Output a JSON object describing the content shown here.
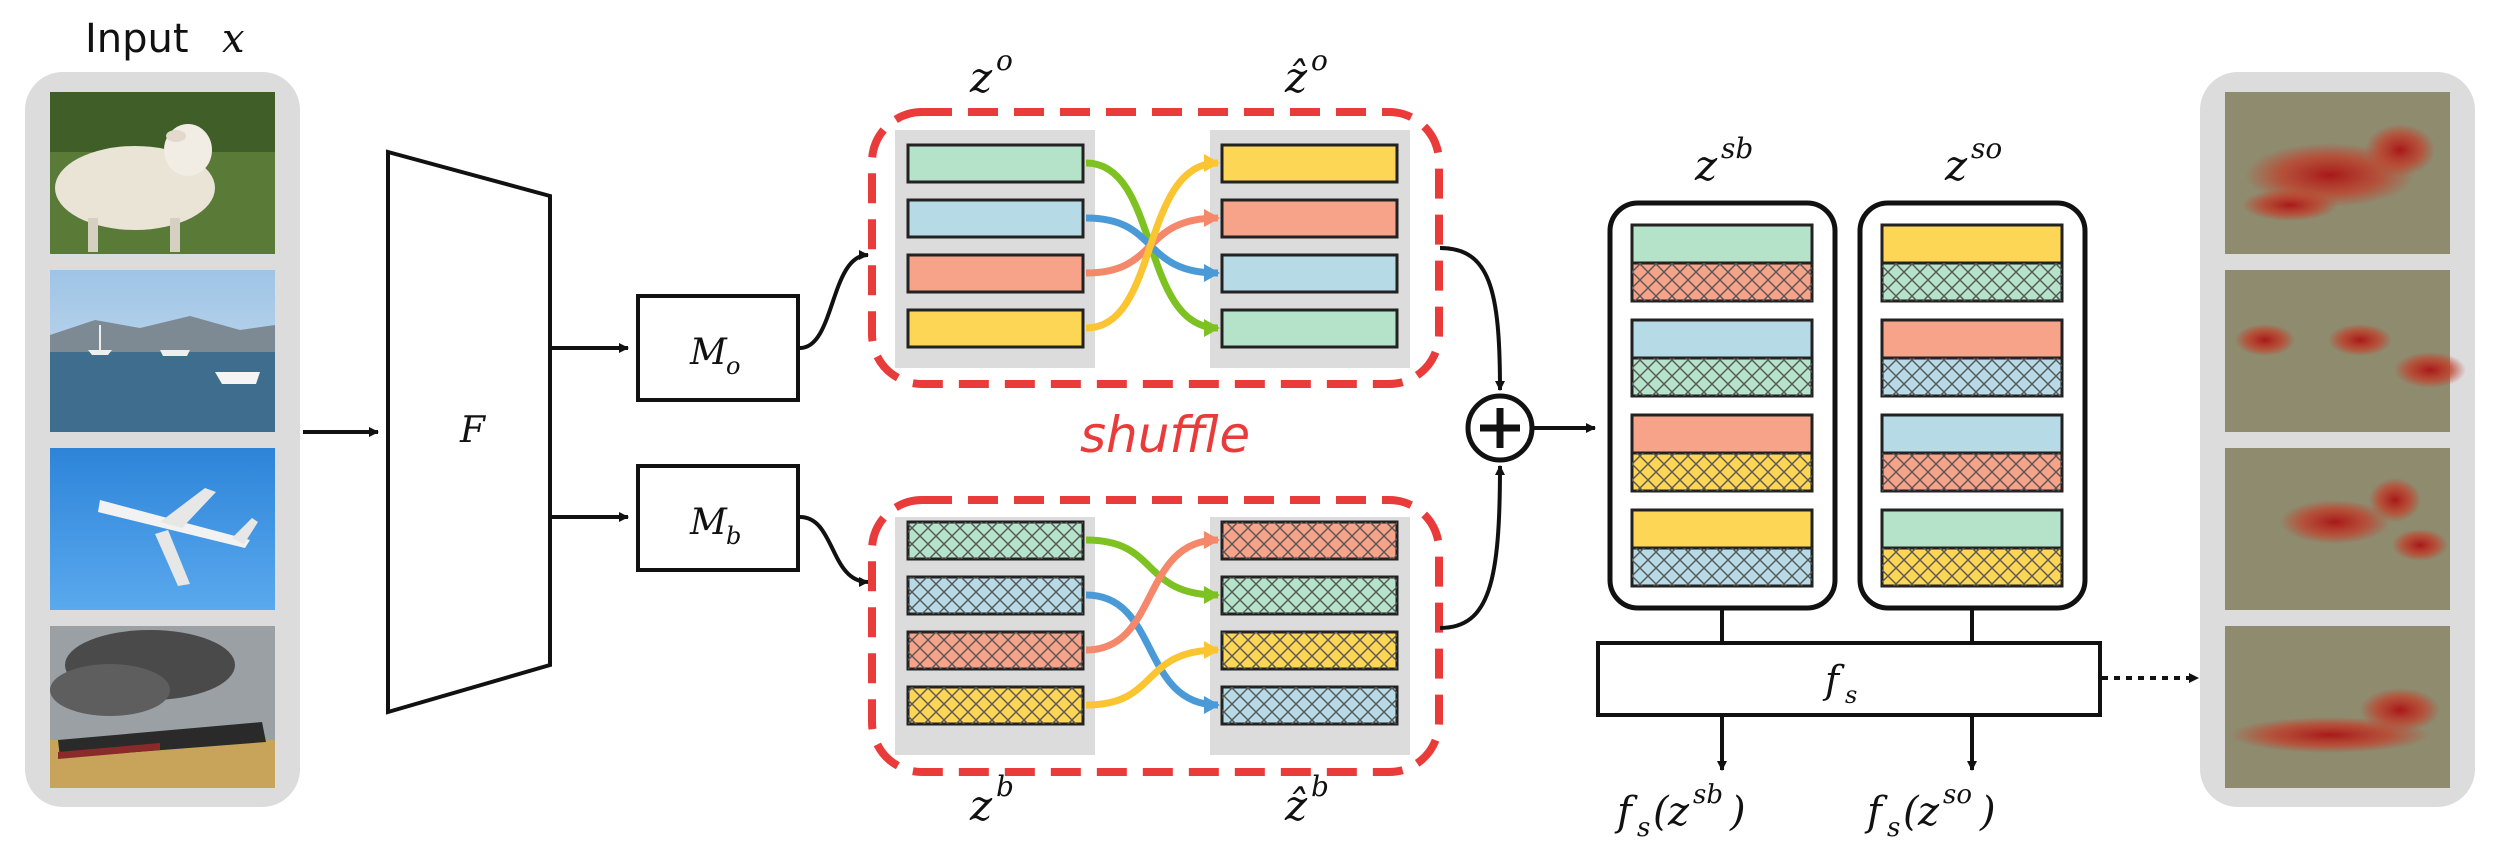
{
  "input": {
    "label_text": "Input",
    "label_var": "x"
  },
  "encoder": {
    "label": "F"
  },
  "masks": {
    "object": "M",
    "object_sub": "o",
    "background": "M",
    "background_sub": "b"
  },
  "shuffle_text": "shuffle",
  "groups": {
    "z_o": {
      "base": "z",
      "sup": "o"
    },
    "z_o_hat": {
      "base": "ẑ",
      "sup": "o"
    },
    "z_b": {
      "base": "z",
      "sup": "b"
    },
    "z_b_hat": {
      "base": "ẑ",
      "sup": "b"
    },
    "z_sb": {
      "base": "z",
      "sup": "sb"
    },
    "z_so": {
      "base": "z",
      "sup": "so"
    }
  },
  "classifier": {
    "label": "f",
    "sub": "s"
  },
  "outputs": {
    "sb": {
      "f": "f",
      "sub": "s",
      "arg_base": "z",
      "arg_sup": "sb"
    },
    "so": {
      "f": "f",
      "sub": "s",
      "arg_base": "z",
      "arg_sup": "so"
    }
  },
  "colors": {
    "green": "#b5e3c9",
    "blue": "#b7dbe6",
    "salmon": "#f7a38a",
    "yellow": "#fdd656",
    "shuffle_red": "#ea3b3b",
    "arrow_green": "#7dc221",
    "arrow_blue": "#4b9ad8",
    "arrow_salmon": "#f5876a",
    "arrow_yellow": "#fbc531",
    "panel_gray": "#dcdcdc",
    "heat_bg": "#8f8b6f",
    "heat_red": "#a81818"
  },
  "images": [
    {
      "icon": "sheep-photo"
    },
    {
      "icon": "boats-photo"
    },
    {
      "icon": "airplane-photo"
    },
    {
      "icon": "train-photo"
    }
  ],
  "heatmaps": [
    {
      "icon": "sheep-heatmap"
    },
    {
      "icon": "boats-heatmap"
    },
    {
      "icon": "airplane-heatmap"
    },
    {
      "icon": "train-heatmap"
    }
  ]
}
